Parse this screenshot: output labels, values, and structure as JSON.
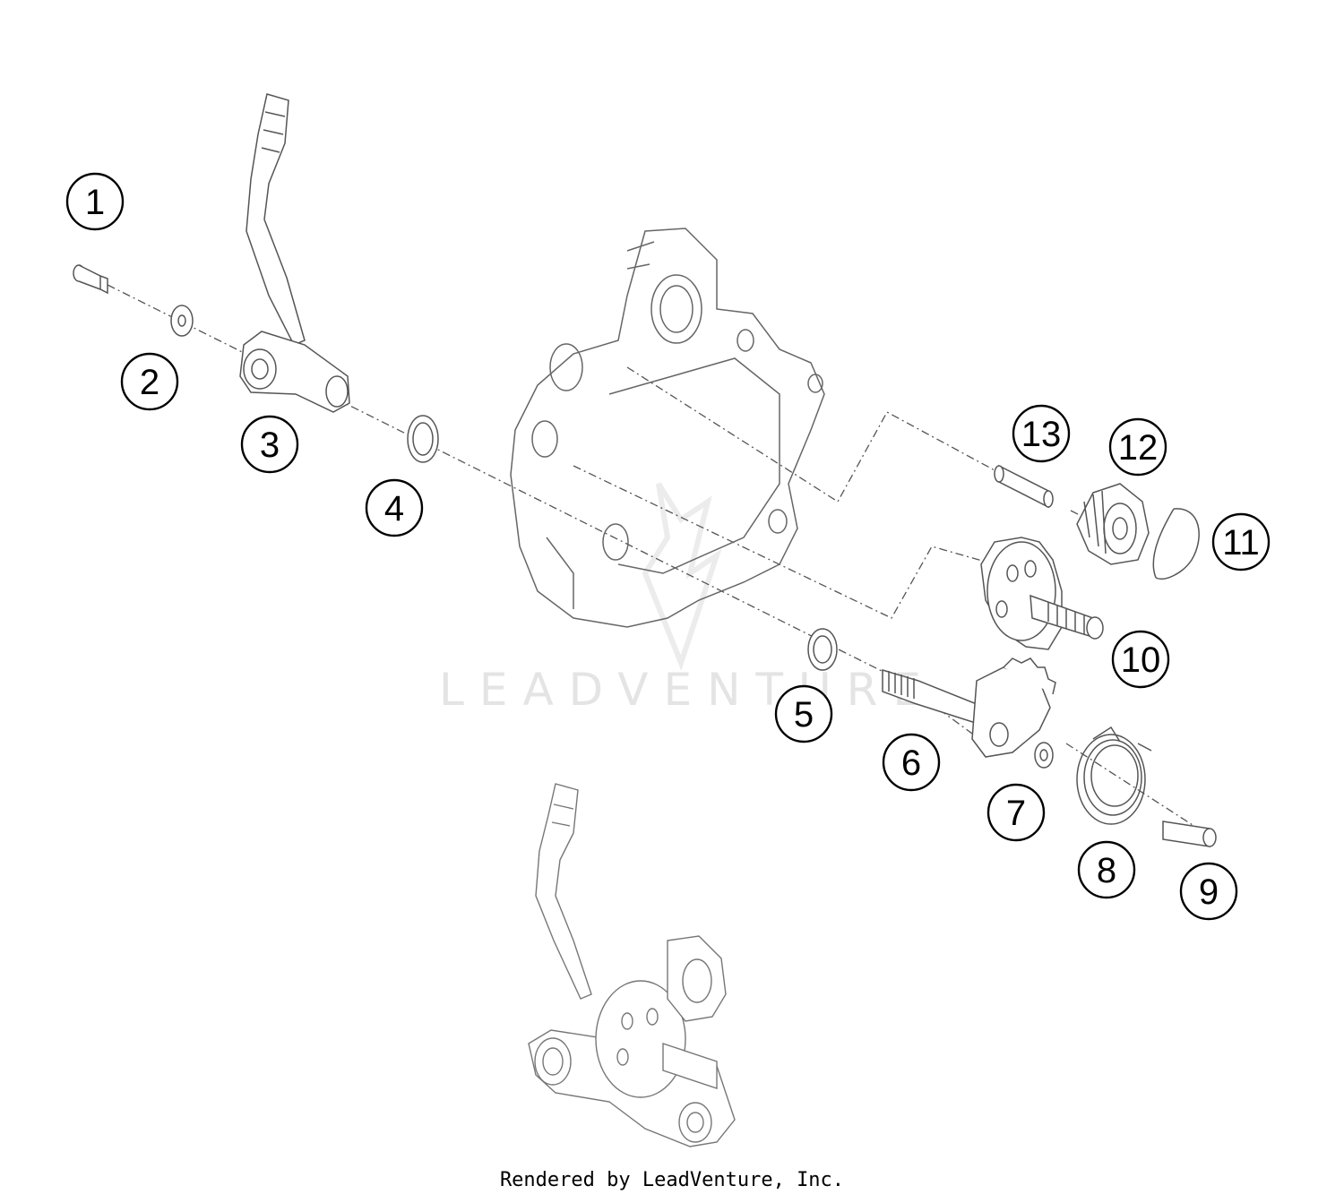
{
  "watermark": "LEADVENTURE",
  "footer": "Rendered by LeadVenture, Inc.",
  "callouts": [
    "1",
    "2",
    "3",
    "4",
    "5",
    "6",
    "7",
    "8",
    "9",
    "10",
    "11",
    "12",
    "13"
  ],
  "colors": {
    "line": "#555555",
    "light_line": "#9a9a9a",
    "watermark": "#e4e4e4"
  }
}
